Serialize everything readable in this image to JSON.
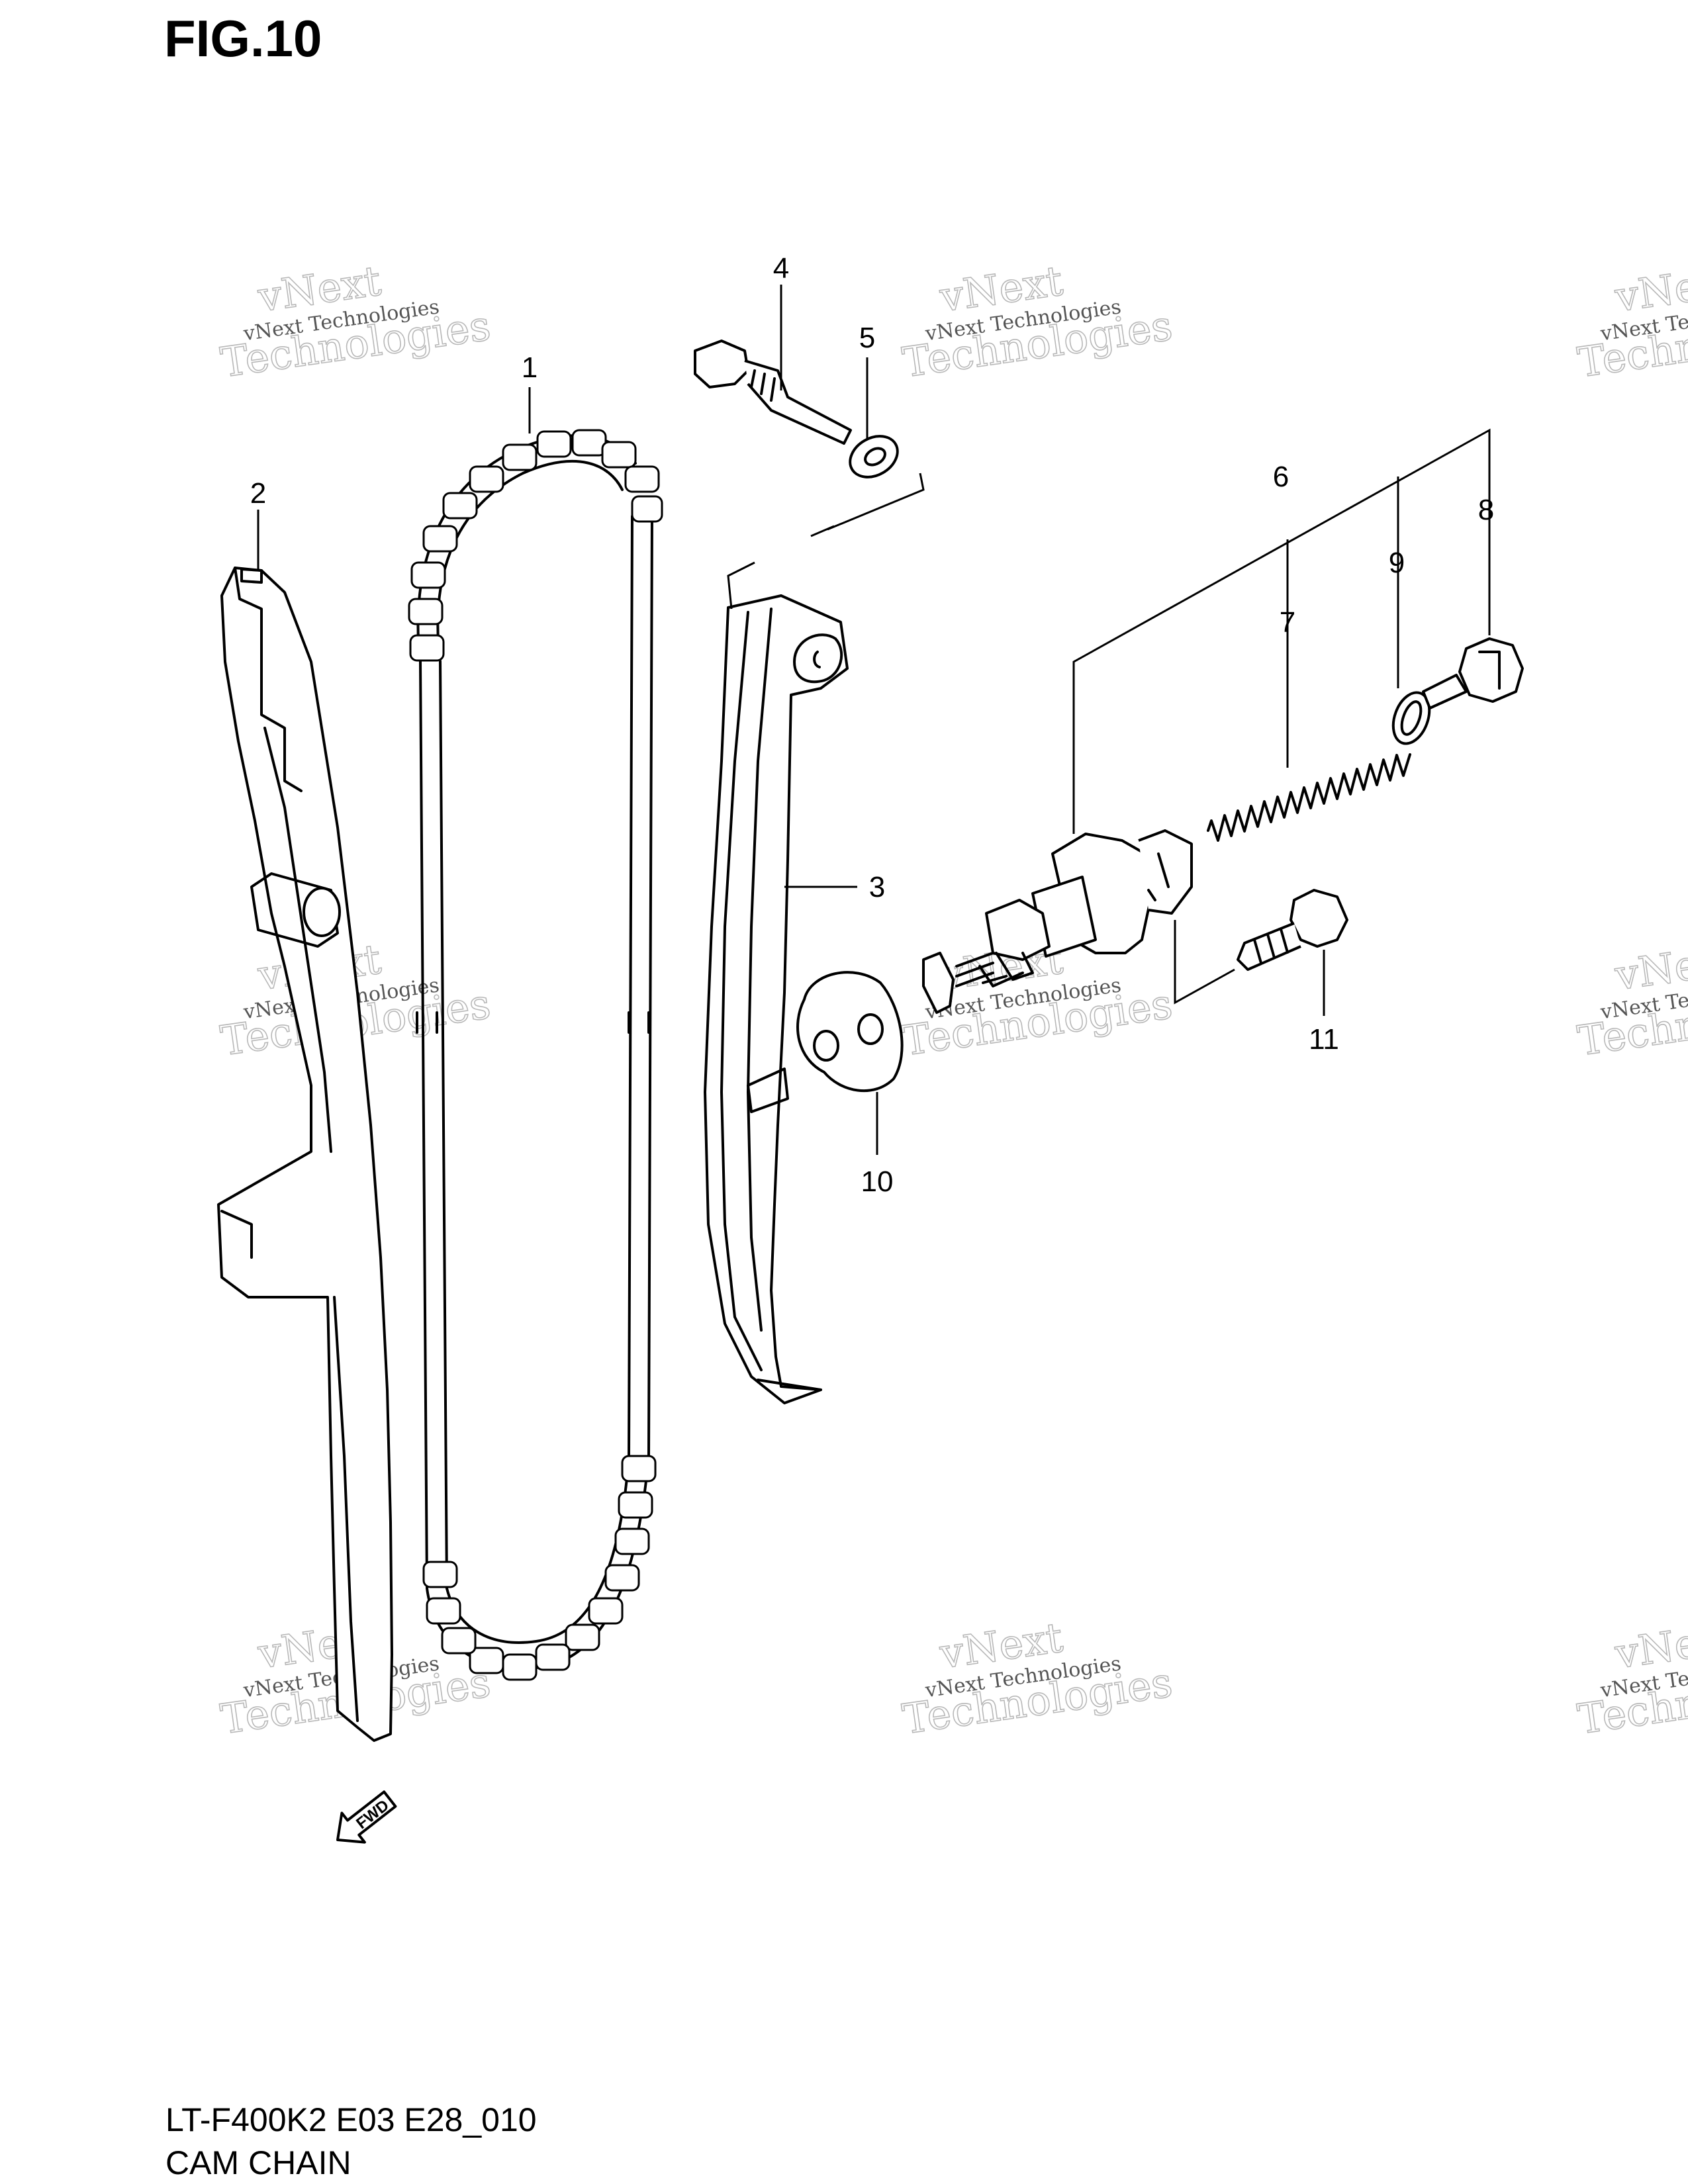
{
  "figure": {
    "title": "FIG.10",
    "code": "LT-F400K2 E03 E28_010",
    "name": "CAM CHAIN"
  },
  "callouts": [
    "1",
    "2",
    "3",
    "4",
    "5",
    "6",
    "7",
    "8",
    "9",
    "10",
    "11"
  ],
  "watermark": {
    "line1": "vNext",
    "line2": "vNext Technologies",
    "line3": "Technologies"
  },
  "fwd_label": "FWD"
}
